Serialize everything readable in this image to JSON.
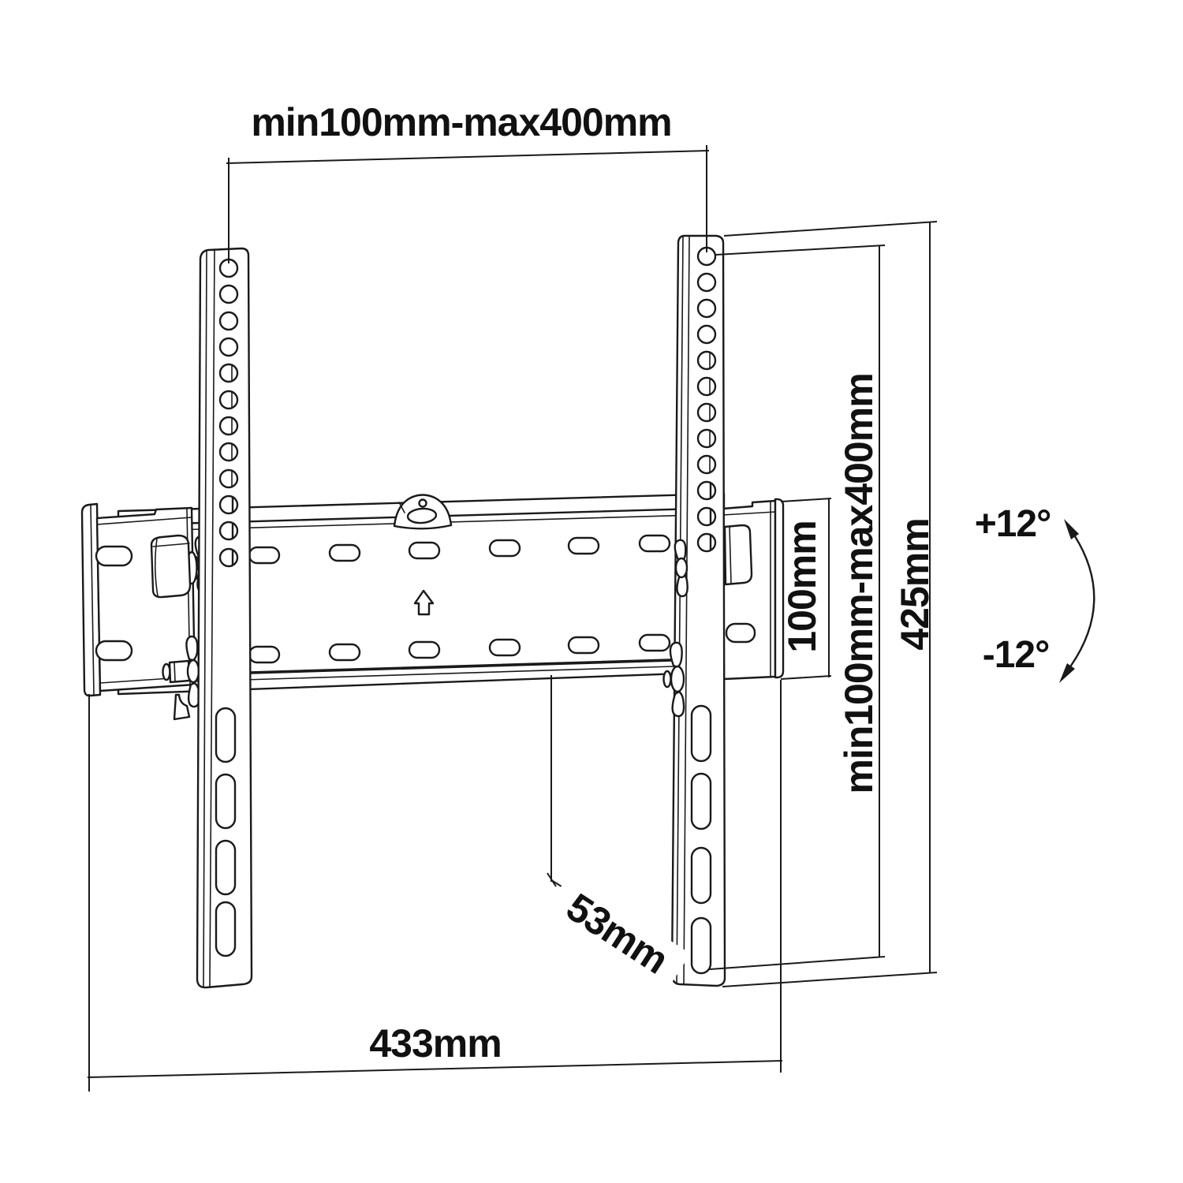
{
  "diagram": {
    "title": "Tilting TV wall mount bracket technical drawing",
    "type": "line-drawing",
    "colors": {
      "line": "#1a1a1a",
      "background": "#ffffff",
      "text": "#111111"
    },
    "icons": {
      "up_arrow": "⇧",
      "tilt_arc_arrow": "double-headed curved arrow"
    },
    "labels": {
      "vesa_width_top": "min100mm-max400mm",
      "vesa_height_right": "min100mm-max400mm",
      "pitch_100": "100mm",
      "height_425": "425mm",
      "width_433": "433mm",
      "depth_53": "53mm",
      "tilt_positive": "+12°",
      "tilt_negative": "-12°"
    }
  }
}
